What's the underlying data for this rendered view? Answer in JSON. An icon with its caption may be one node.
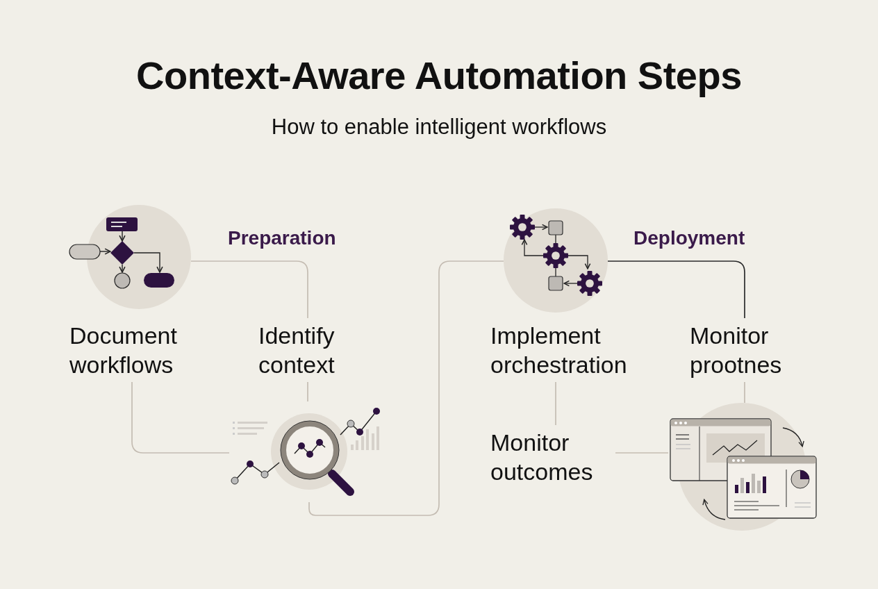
{
  "diagram": {
    "title": "Context-Aware Automation Steps",
    "nodes": [
      {
        "text": [],
        "shape": "picture"
      },
      {
        "text": [
          "Document workflows"
        ]
      },
      {
        "text": [
          "Identify context"
        ]
      },
      {
        "text": [],
        "shape": "picture"
      },
      {
        "text": [],
        "shape": "picture"
      },
      {
        "text": [
          "Implement orchestration"
        ]
      },
      {
        "text": [
          "Monitor prootnes"
        ]
      },
      {
        "text": [
          "Monitor outcomes"
        ]
      },
      {
        "text": [],
        "shape": "picture"
      }
    ],
    "edges": [
      {
        "from": 0,
        "to": 2,
        "arrow": "none"
      },
      {
        "from": 1,
        "to": 3,
        "arrow": "none"
      },
      {
        "from": 2,
        "to": 3,
        "arrow": "none"
      },
      {
        "from": 3,
        "to": 4,
        "arrow": "none"
      },
      {
        "from": 4,
        "to": 6,
        "arrow": "none",
        "color": "#2b2b2b"
      },
      {
        "from": 5,
        "to": 7,
        "arrow": "none"
      },
      {
        "from": 6,
        "to": 8,
        "arrow": "none"
      },
      {
        "from": 7,
        "to": 8,
        "arrow": "none"
      }
    ],
    "labels": [
      "How to enable intelligent workflows",
      "Preparation",
      "Deployment"
    ]
  }
}
